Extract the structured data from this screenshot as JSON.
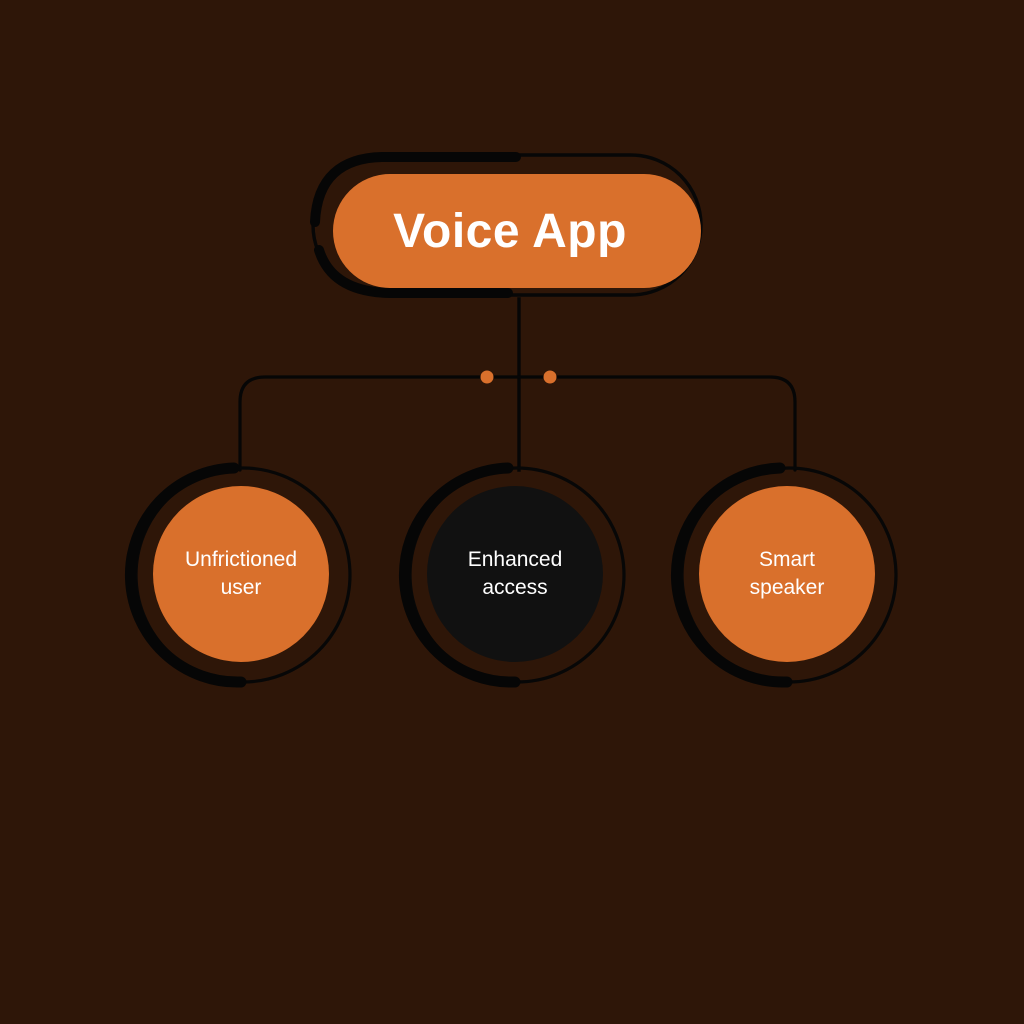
{
  "diagram": {
    "type": "hierarchy-tree",
    "background_color": "#2e1608",
    "accent_color": "#d9702c",
    "stroke_color": "#050505",
    "dark_fill_color": "#111111",
    "text_color": "#ffffff",
    "root": {
      "label": "Voice App",
      "shape": "stadium",
      "fill": "#d9702c",
      "text_color": "#ffffff"
    },
    "children": [
      {
        "label": "Unfrictioned\nuser",
        "line1": "Unfrictioned",
        "line2": "user",
        "shape": "circle",
        "fill": "#d9702c",
        "text_color": "#ffffff"
      },
      {
        "label": "Enhanced\naccess",
        "line1": "Enhanced",
        "line2": "access",
        "shape": "circle",
        "fill": "#111111",
        "text_color": "#ffffff"
      },
      {
        "label": "Smart\nspeaker",
        "line1": "Smart",
        "line2": "speaker",
        "shape": "circle",
        "fill": "#d9702c",
        "text_color": "#ffffff"
      }
    ],
    "connector_dots": [
      {
        "name": "connector-dot-left",
        "color": "#d9702c"
      },
      {
        "name": "connector-dot-right",
        "color": "#d9702c"
      }
    ]
  }
}
